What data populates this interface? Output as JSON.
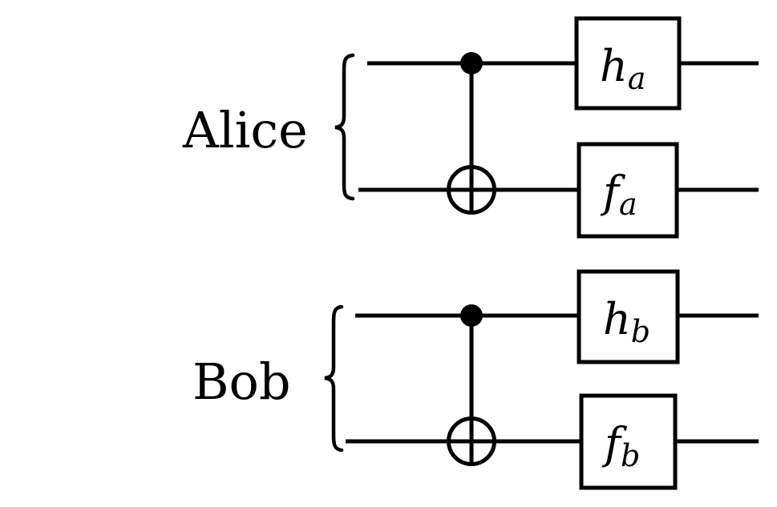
{
  "diagram": {
    "type": "quantum-circuit",
    "parties": [
      {
        "label": "Alice",
        "wires": 2,
        "entangling_gate": {
          "type": "CNOT",
          "control_wire": 0,
          "target_wire": 1
        },
        "gates": [
          {
            "wire": 0,
            "symbol": "h",
            "subscript": "a"
          },
          {
            "wire": 1,
            "symbol": "f",
            "subscript": "a"
          }
        ]
      },
      {
        "label": "Bob",
        "wires": 2,
        "entangling_gate": {
          "type": "CNOT",
          "control_wire": 0,
          "target_wire": 1
        },
        "gates": [
          {
            "wire": 0,
            "symbol": "h",
            "subscript": "b"
          },
          {
            "wire": 1,
            "symbol": "f",
            "subscript": "b"
          }
        ]
      }
    ],
    "colors": {
      "stroke": "#000000",
      "background": "#ffffff"
    }
  }
}
